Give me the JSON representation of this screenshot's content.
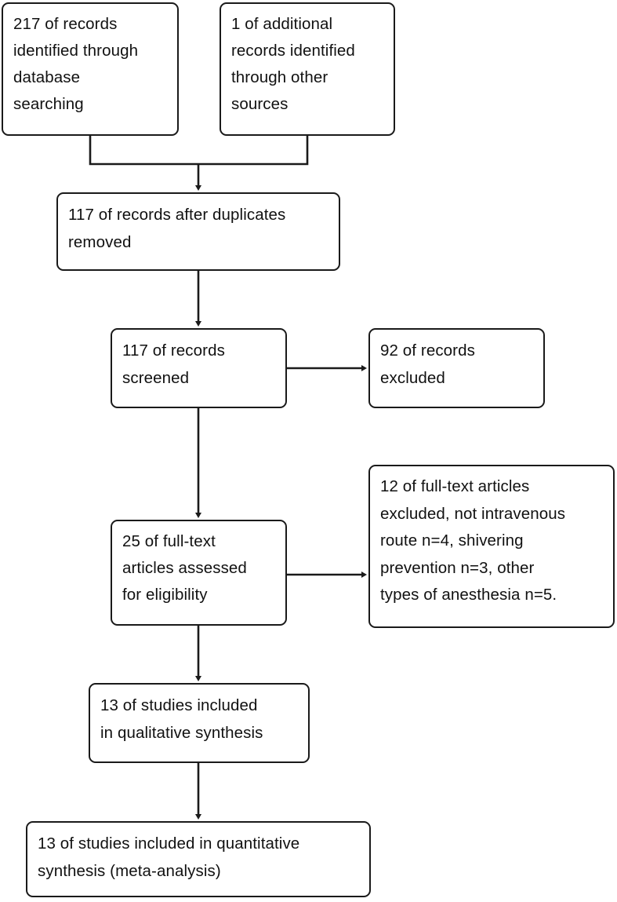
{
  "diagram": {
    "title": "PRISMA study selection flow diagram",
    "type": "flowchart",
    "background_color": "#ffffff",
    "line_color": "#1a1a1a",
    "text_color": "#111111"
  },
  "nodes": {
    "records_identified": {
      "id": "records-identified",
      "text": "217 of records\nidentified through\ndatabase\nsearching",
      "count": 217,
      "stage": "identification"
    },
    "additional_records": {
      "id": "additional-records",
      "text": "1 of additional\nrecords identified\nthrough other\nsources",
      "count": 1,
      "stage": "identification"
    },
    "after_duplicates": {
      "id": "after-duplicates",
      "text": "117 of records after duplicates\nremoved",
      "count": 117,
      "stage": "screening"
    },
    "records_screened": {
      "id": "records-screened",
      "text": "117 of records\nscreened",
      "count": 117,
      "stage": "screening"
    },
    "records_excluded": {
      "id": "records-excluded",
      "text": "92 of records\nexcluded",
      "count": 92,
      "stage": "screening"
    },
    "fulltext_assessed": {
      "id": "fulltext-assessed",
      "text": "25 of full-text\narticles assessed\nfor eligibility",
      "count": 25,
      "stage": "eligibility"
    },
    "fulltext_excluded": {
      "id": "fulltext-excluded",
      "text": "12 of full-text articles\nexcluded, not intravenous\nroute n=4, shivering\nprevention n=3, other\ntypes of anesthesia n=5.",
      "count": 12,
      "stage": "eligibility",
      "reasons": [
        {
          "label": "not intravenous route",
          "n": 4
        },
        {
          "label": "shivering prevention",
          "n": 3
        },
        {
          "label": "other types of anesthesia",
          "n": 5
        }
      ]
    },
    "qualitative_included": {
      "id": "qualitative-included",
      "text": "13 of studies included\nin qualitative synthesis",
      "count": 13,
      "stage": "included"
    },
    "quantitative_included": {
      "id": "quantitative-included",
      "text": "13 of studies included in quantitative\nsynthesis (meta-analysis)",
      "count": 13,
      "stage": "included"
    }
  },
  "edges": [
    {
      "from": "records_identified",
      "to": "after_duplicates",
      "kind": "merge-elbow",
      "arrow": true
    },
    {
      "from": "additional_records",
      "to": "after_duplicates",
      "kind": "merge-elbow",
      "arrow": true
    },
    {
      "from": "after_duplicates",
      "to": "records_screened",
      "kind": "vertical",
      "arrow": true
    },
    {
      "from": "records_screened",
      "to": "records_excluded",
      "kind": "horizontal",
      "arrow": true
    },
    {
      "from": "records_screened",
      "to": "fulltext_assessed",
      "kind": "vertical",
      "arrow": true
    },
    {
      "from": "fulltext_assessed",
      "to": "fulltext_excluded",
      "kind": "horizontal",
      "arrow": true
    },
    {
      "from": "fulltext_assessed",
      "to": "qualitative_included",
      "kind": "vertical",
      "arrow": true
    },
    {
      "from": "qualitative_included",
      "to": "quantitative_included",
      "kind": "vertical",
      "arrow": true
    }
  ]
}
